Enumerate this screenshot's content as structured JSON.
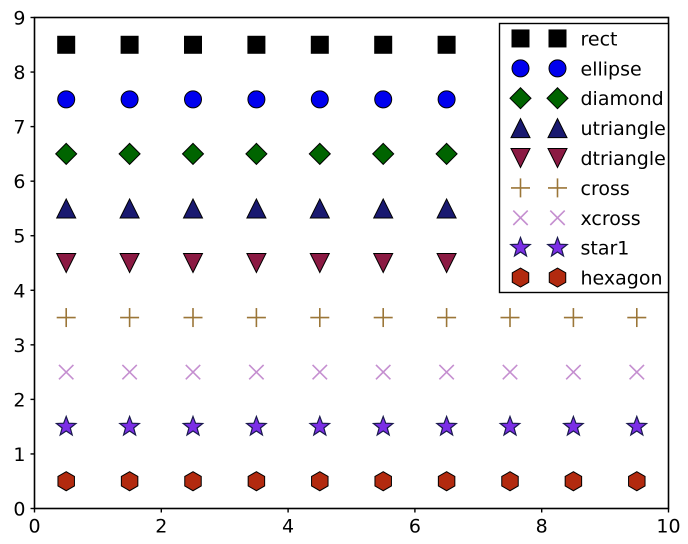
{
  "chart_data": {
    "type": "scatter",
    "title": "",
    "xlabel": "",
    "ylabel": "",
    "xlim": [
      0,
      10
    ],
    "ylim": [
      0,
      9
    ],
    "grid": false,
    "legend_position": "upper right",
    "xticks": [
      0,
      2,
      4,
      6,
      8,
      10
    ],
    "xtick_labels": [
      "0",
      "2",
      "4",
      "6",
      "8",
      "10"
    ],
    "yticks": [
      0,
      1,
      2,
      3,
      4,
      5,
      6,
      7,
      8,
      9
    ],
    "ytick_labels": [
      "0",
      "1",
      "2",
      "3",
      "4",
      "5",
      "6",
      "7",
      "8",
      "9"
    ],
    "x": [
      0.5,
      1.5,
      2.5,
      3.5,
      4.5,
      5.5,
      6.5,
      7.5,
      8.5,
      9.5
    ],
    "series": [
      {
        "name": "rect",
        "marker": "square",
        "color": "#000000",
        "edge": "#000000",
        "size": 17,
        "y_value": 8.5,
        "values": [
          8.5,
          8.5,
          8.5,
          8.5,
          8.5,
          8.5,
          8.5,
          8.5,
          8.5,
          8.5
        ]
      },
      {
        "name": "ellipse",
        "marker": "circle",
        "color": "#0000ee",
        "edge": "#000000",
        "size": 17,
        "y_value": 7.5,
        "values": [
          7.5,
          7.5,
          7.5,
          7.5,
          7.5,
          7.5,
          7.5,
          7.5,
          7.5,
          7.5
        ]
      },
      {
        "name": "diamond",
        "marker": "diamond",
        "color": "#006400",
        "edge": "#000000",
        "size": 21,
        "y_value": 6.5,
        "values": [
          6.5,
          6.5,
          6.5,
          6.5,
          6.5,
          6.5,
          6.5,
          6.5,
          6.5,
          6.5
        ]
      },
      {
        "name": "utriangle",
        "marker": "triangle-up",
        "color": "#191970",
        "edge": "#000000",
        "size": 19,
        "y_value": 5.5,
        "values": [
          5.5,
          5.5,
          5.5,
          5.5,
          5.5,
          5.5,
          5.5,
          5.5,
          5.5,
          5.5
        ]
      },
      {
        "name": "dtriangle",
        "marker": "triangle-down",
        "color": "#8b1a43",
        "edge": "#000000",
        "size": 19,
        "y_value": 4.5,
        "values": [
          4.5,
          4.5,
          4.5,
          4.5,
          4.5,
          4.5,
          4.5,
          4.5,
          4.5,
          4.5
        ]
      },
      {
        "name": "cross",
        "marker": "plus",
        "color": "#9b7638",
        "edge": "#9b7638",
        "size": 19,
        "y_value": 3.5,
        "values": [
          3.5,
          3.5,
          3.5,
          3.5,
          3.5,
          3.5,
          3.5,
          3.5,
          3.5,
          3.5
        ]
      },
      {
        "name": "xcross",
        "marker": "x",
        "color": "#c58fd0",
        "edge": "#c58fd0",
        "size": 19,
        "y_value": 2.5,
        "values": [
          2.5,
          2.5,
          2.5,
          2.5,
          2.5,
          2.5,
          2.5,
          2.5,
          2.5,
          2.5
        ]
      },
      {
        "name": "star1",
        "marker": "star",
        "color": "#7b2ee6",
        "edge": "#1a1a4d",
        "size": 19,
        "y_value": 1.5,
        "values": [
          1.5,
          1.5,
          1.5,
          1.5,
          1.5,
          1.5,
          1.5,
          1.5,
          1.5,
          1.5
        ]
      },
      {
        "name": "hexagon",
        "marker": "hexagon",
        "color": "#b22a0f",
        "edge": "#000000",
        "size": 17,
        "y_value": 0.5,
        "values": [
          0.5,
          0.5,
          0.5,
          0.5,
          0.5,
          0.5,
          0.5,
          0.5,
          0.5,
          0.5
        ]
      }
    ],
    "legend_entries": [
      {
        "label": "rect"
      },
      {
        "label": "ellipse"
      },
      {
        "label": "diamond"
      },
      {
        "label": "utriangle"
      },
      {
        "label": "dtriangle"
      },
      {
        "label": "cross"
      },
      {
        "label": "xcross"
      },
      {
        "label": "star1"
      },
      {
        "label": "hexagon"
      }
    ]
  },
  "axes": {
    "frame_color": "#000000",
    "background": "#ffffff"
  }
}
